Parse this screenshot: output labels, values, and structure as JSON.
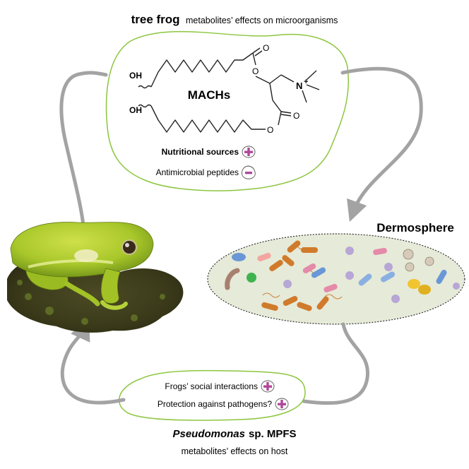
{
  "header": {
    "bold": "tree frog",
    "rest": "metabolites’ effects on microorganisms"
  },
  "molecule": {
    "name": "MACHs",
    "oh_top": "OH",
    "oh_bottom": "OH",
    "o_carbonyl_top": "O",
    "o_ester_top": "O",
    "o_carbonyl_bottom": "O",
    "o_ester_bottom": "O",
    "nitrogen": "N",
    "charge": "+"
  },
  "top_effects": [
    {
      "label": "Nutritional sources",
      "sign": "+",
      "bold": true
    },
    {
      "label": "Antimicrobial peptides",
      "sign": "−",
      "bold": false
    }
  ],
  "dermosphere_label": "Dermosphere",
  "bottom_effects": [
    {
      "label": "Frogs’ social interactions",
      "sign": "+"
    },
    {
      "label": "Protection against pathogens?",
      "sign": "+"
    }
  ],
  "footer": {
    "italic": "Pseudomonas",
    "rest": "sp. MPFS",
    "subtitle": "metabolites’ effects on host"
  },
  "colors": {
    "green_outline": "#8cc63f",
    "arrow_gray": "#a3a3a3",
    "plus_minus": "#b0479a",
    "dish_fill": "#e6ead8",
    "frog_green": "#a8c72a"
  }
}
